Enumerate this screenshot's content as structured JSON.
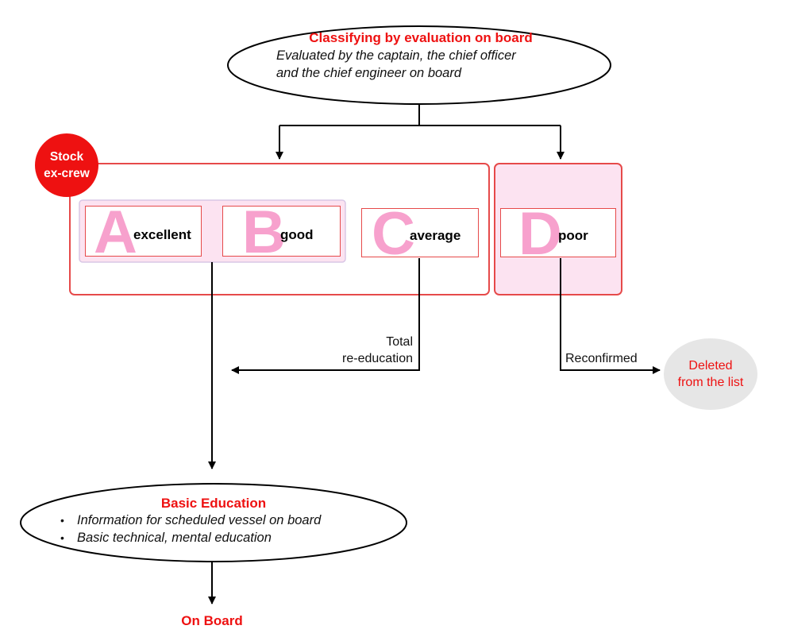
{
  "top_node": {
    "title": "Classifying by evaluation on board",
    "line1": "Evaluated by the captain, the chief officer",
    "line2": "and the chief engineer on board"
  },
  "stock_badge": {
    "line1": "Stock",
    "line2": "ex-crew"
  },
  "grades": [
    {
      "letter": "A",
      "label": "excellent"
    },
    {
      "letter": "B",
      "label": "good"
    },
    {
      "letter": "C",
      "label": "average"
    },
    {
      "letter": "D",
      "label": "poor"
    }
  ],
  "edge_labels": {
    "total_line1": "Total",
    "total_line2": "re-education",
    "reconfirmed": "Reconfirmed"
  },
  "deleted_node": {
    "line1": "Deleted",
    "line2": "from the list"
  },
  "basic_education": {
    "title": "Basic Education",
    "bullets": [
      "Information for scheduled vessel on board",
      "Basic technical, mental education"
    ]
  },
  "on_board": "On Board",
  "colors": {
    "accent_red": "#ee1111",
    "box_border": "#e64a4a",
    "letter_pink": "#f7a1cd",
    "pink_fill": "#fce3f1",
    "grey_fill": "#e6e6e6"
  }
}
